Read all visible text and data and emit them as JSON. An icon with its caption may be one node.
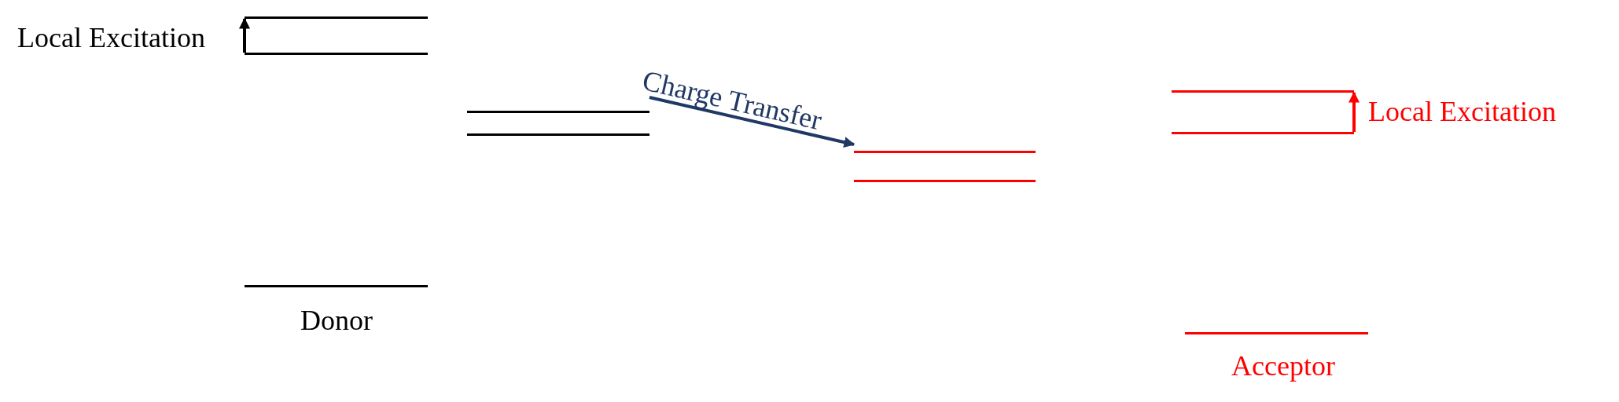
{
  "diagram": {
    "nodes": [
      {
        "text": [],
        "shape": "bar"
      },
      {
        "text": [],
        "shape": "bar"
      },
      {
        "text": [],
        "shape": "bar",
        "beside": [
          "Donor"
        ]
      },
      {
        "text": [],
        "shape": "bar"
      },
      {
        "text": [],
        "shape": "bar"
      },
      {
        "text": [],
        "shape": "bar"
      },
      {
        "text": [],
        "shape": "bar"
      },
      {
        "text": [],
        "shape": "bar"
      },
      {
        "text": [],
        "shape": "bar"
      },
      {
        "text": [],
        "shape": "bar",
        "beside": [
          "Acceptor"
        ]
      }
    ],
    "edges": [
      {
        "from": 1,
        "to": 0,
        "arrow": "to",
        "label": "Local Excitation"
      },
      {
        "from": 3,
        "to": 5,
        "arrow": "to",
        "label": "Charge Transfer",
        "color": "#203864"
      },
      {
        "from": 8,
        "to": 7,
        "arrow": "to",
        "label": "Local Excitation",
        "color": "#ff0000"
      }
    ]
  }
}
